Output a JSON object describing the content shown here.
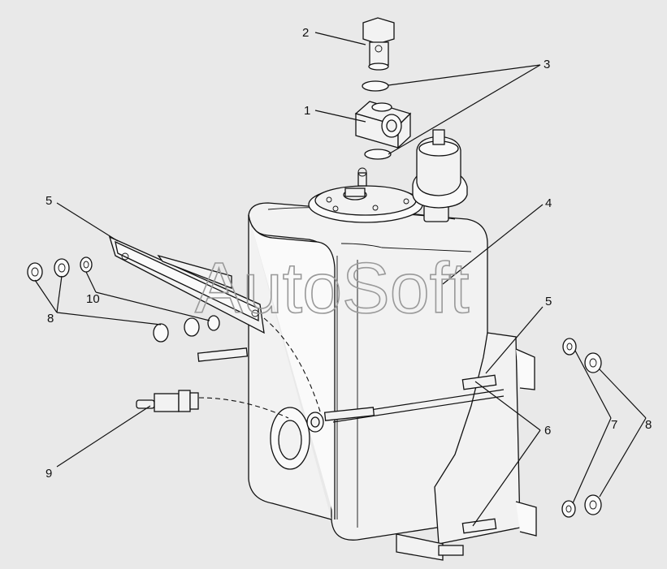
{
  "watermark": "AutoSoft",
  "callouts": [
    {
      "id": "c1",
      "text": "1"
    },
    {
      "id": "c2",
      "text": "2"
    },
    {
      "id": "c3",
      "text": "3"
    },
    {
      "id": "c4",
      "text": "4"
    },
    {
      "id": "c5a",
      "text": "5"
    },
    {
      "id": "c5b",
      "text": "5"
    },
    {
      "id": "c6",
      "text": "6"
    },
    {
      "id": "c7",
      "text": "7"
    },
    {
      "id": "c8a",
      "text": "8"
    },
    {
      "id": "c8b",
      "text": "8"
    },
    {
      "id": "c9",
      "text": "9"
    },
    {
      "id": "c10",
      "text": "10"
    }
  ]
}
